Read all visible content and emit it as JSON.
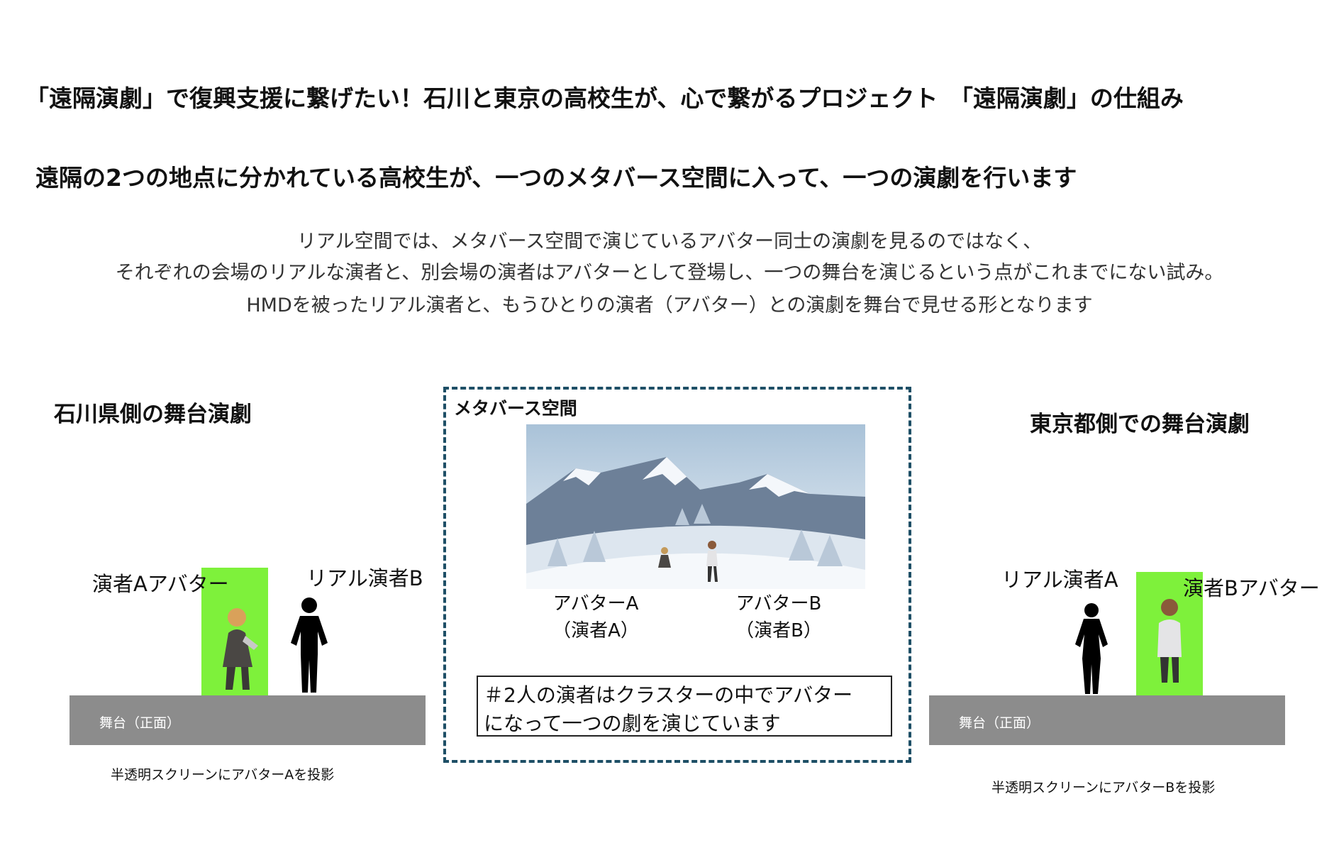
{
  "header": {
    "title": "「遠隔演劇」で復興支援に繋げたい！石川と東京の高校生が、心で繋がるプロジェクト　「遠隔演劇」の仕組み",
    "subtitle": "遠隔の2つの地点に分かれている高校生が、一つのメタバース空間に入って、一つの演劇を行います"
  },
  "description": [
    "リアル空間では、メタバース空間で演じているアバター同士の演劇を見るのではなく、",
    "それぞれの会場のリアルな演者と、別会場の演者はアバターとして登場し、一つの舞台を演じるという点がこれまでにない試み。",
    "HMDを被ったリアル演者と、もうひとりの演者（アバター）との演劇を舞台で見せる形となります"
  ],
  "left": {
    "heading": "石川県側の舞台演劇",
    "avatar_label": "演者Aアバター",
    "real_label": "リアル演者B",
    "stage_label": "舞台（正面）",
    "caption": "半透明スクリーンにアバターAを投影"
  },
  "center": {
    "title": "メタバース空間",
    "avatar_a": [
      "アバターA",
      "（演者A）"
    ],
    "avatar_b": [
      "アバターB",
      "（演者B）"
    ],
    "note": [
      "＃2人の演者はクラスターの中でアバター",
      "になって一つの劇を演じています"
    ]
  },
  "right": {
    "heading": "東京都側での舞台演劇",
    "real_label": "リアル演者A",
    "avatar_label": "演者Bアバター",
    "stage_label": "舞台（正面）",
    "caption": "半透明スクリーンにアバターBを投影"
  },
  "colors": {
    "screen_green": "#7ef13b",
    "stage_gray": "#8c8c8c",
    "dashed_border": "#1e4f66"
  }
}
